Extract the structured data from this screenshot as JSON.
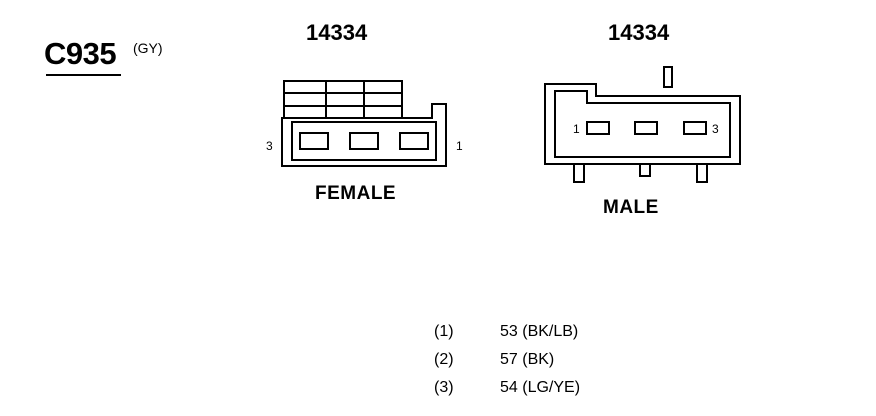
{
  "connector": {
    "id": "C935",
    "color": "(GY)"
  },
  "female": {
    "part_number": "14334",
    "label": "FEMALE",
    "pin_left": "3",
    "pin_right": "1"
  },
  "male": {
    "part_number": "14334",
    "label": "MALE",
    "pin_left": "1",
    "pin_right": "3"
  },
  "pinout": [
    {
      "position": "(1)",
      "circuit": "53 (BK/LB)"
    },
    {
      "position": "(2)",
      "circuit": "57 (BK)"
    },
    {
      "position": "(3)",
      "circuit": "54 (LG/YE)"
    }
  ]
}
